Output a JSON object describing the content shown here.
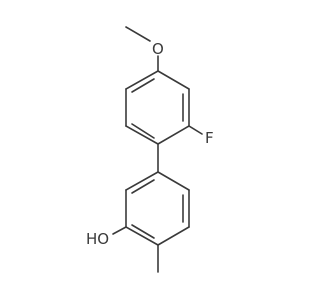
{
  "molecule": {
    "atom_labels": {
      "oxygen_methoxy": "O",
      "fluorine": "F",
      "hydroxyl": "HO"
    },
    "colors": {
      "bond": "#3a3a3a",
      "label": "#3a3a3a",
      "background": "#ffffff"
    }
  }
}
